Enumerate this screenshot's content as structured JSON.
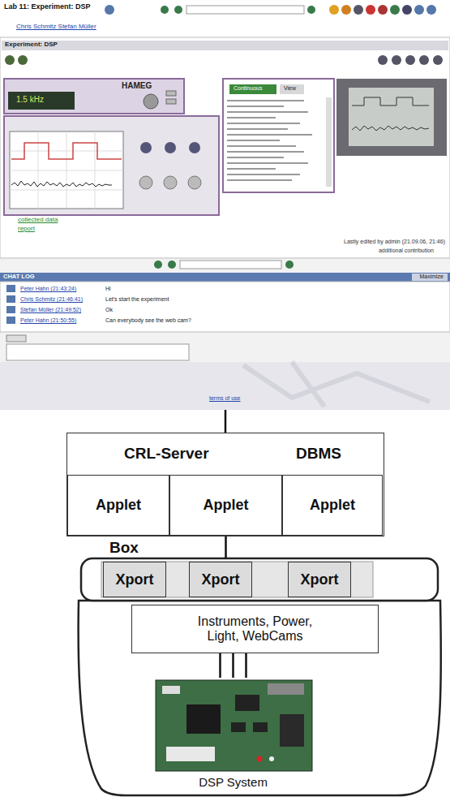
{
  "diagram": {
    "nodes": [
      {
        "text": [
          "Lab 11: Experiment: DSP"
        ]
      },
      {
        "text": [
          "CRL-Server",
          "DBMS"
        ]
      },
      {
        "text": [
          "Applet"
        ],
        "in": 1
      },
      {
        "text": [
          "Applet"
        ],
        "in": 1
      },
      {
        "text": [
          "Applet"
        ],
        "in": 1
      },
      {
        "text": [
          "Box"
        ]
      },
      {
        "text": [
          "Xport"
        ],
        "in": 5
      },
      {
        "text": [
          "Xport"
        ],
        "in": 5
      },
      {
        "text": [
          "Xport"
        ],
        "in": 5
      },
      {
        "text": [
          "Instruments, Power, Light, WebCams"
        ],
        "in": 5
      },
      {
        "text": [
          "DSP System"
        ],
        "in": 5
      }
    ],
    "edges": [
      {
        "from": 0,
        "to": 1,
        "arrow": "none"
      },
      {
        "from": 3,
        "to": 5,
        "arrow": "none"
      },
      {
        "from": 9,
        "to": 10,
        "arrow": "none"
      },
      {
        "from": 9,
        "to": 10,
        "arrow": "none"
      },
      {
        "from": 9,
        "to": 10,
        "arrow": "none"
      }
    ],
    "labels": [
      "Chris Schmitz Stefan Müller",
      "Experiment: DSP",
      "HAMEG",
      "1.5 kHz",
      "Continuous",
      "View",
      "collected data",
      "report",
      "Lastly edited by admin (21.09.06, 21:46)",
      "additional contribution",
      "CHAT LOG",
      "Maximize",
      "Peter Hahn (21:43:24)",
      "Hi",
      "Chris Schmitz (21:46:41)",
      "Let's start the experiment",
      "Stefan Müller (21:49:52)",
      "Ok",
      "Peter Hahn (21:50:55)",
      "Can everybody see the web cam?",
      "terms of use"
    ]
  }
}
